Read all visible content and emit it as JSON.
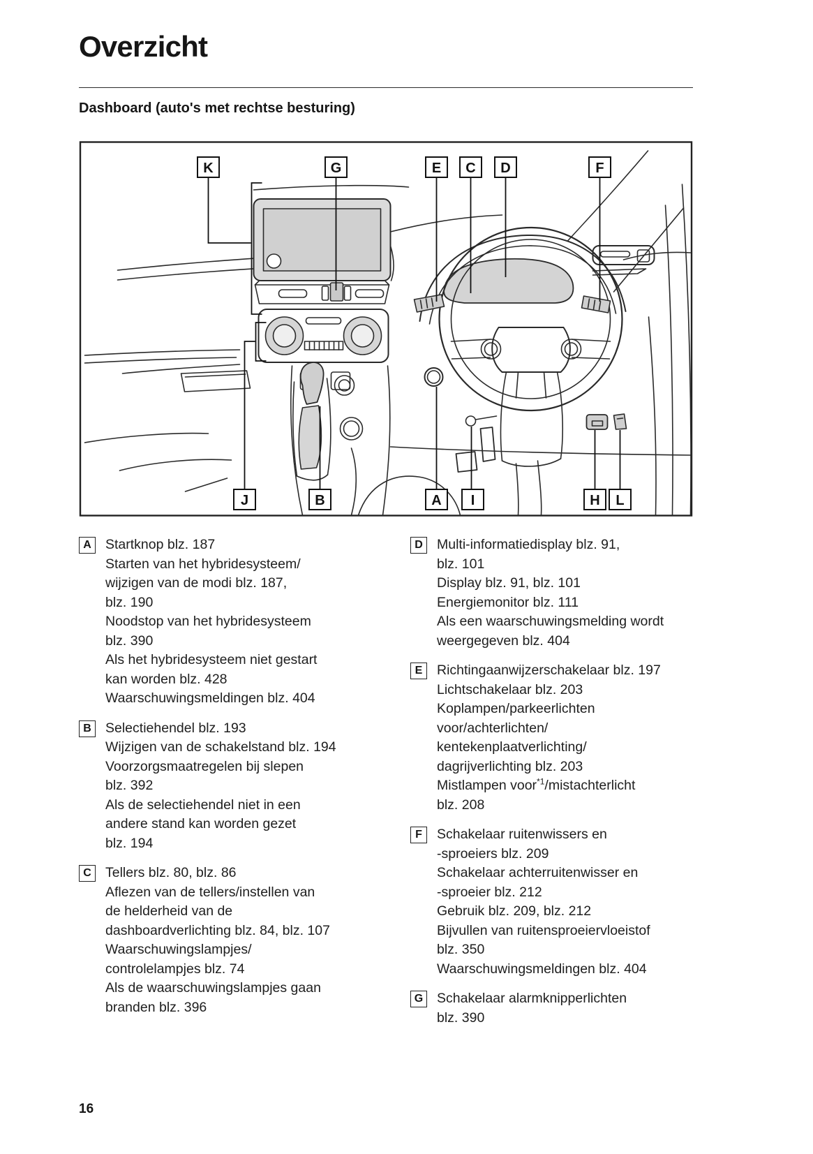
{
  "page": {
    "title": "Overzicht",
    "subtitle": "Dashboard (auto's met rechtse besturing)",
    "number": "16"
  },
  "diagram": {
    "top_callouts": [
      "K",
      "G",
      "E",
      "C",
      "D",
      "F"
    ],
    "bottom_callouts": [
      "J",
      "B",
      "A",
      "I",
      "H",
      "L"
    ]
  },
  "legend": {
    "left": [
      {
        "letter": "A",
        "lines": [
          "Startknop blz. 187",
          "Starten van het hybridesysteem/",
          "wijzigen van de modi blz. 187,",
          "blz. 190",
          "Noodstop van het hybridesysteem",
          "blz. 390",
          "Als het hybridesysteem niet gestart",
          "kan worden blz. 428",
          "Waarschuwingsmeldingen blz. 404"
        ]
      },
      {
        "letter": "B",
        "lines": [
          "Selectiehendel blz. 193",
          "Wijzigen van de schakelstand blz. 194",
          "Voorzorgsmaatregelen bij slepen",
          "blz. 392",
          "Als de selectiehendel niet in een",
          "andere stand kan worden gezet",
          "blz. 194"
        ]
      },
      {
        "letter": "C",
        "lines": [
          "Tellers blz. 80, blz. 86",
          "Aflezen van de tellers/instellen van",
          "de helderheid van de",
          "dashboardverlichting blz. 84, blz. 107",
          "Waarschuwingslampjes/",
          "controlelampjes blz. 74",
          "Als de waarschuwingslampjes gaan",
          "branden blz. 396"
        ]
      }
    ],
    "right": [
      {
        "letter": "D",
        "lines": [
          "Multi-informatiedisplay blz. 91,",
          "blz. 101",
          "Display blz. 91, blz. 101",
          "Energiemonitor blz. 111",
          "Als een waarschuwingsmelding wordt",
          "weergegeven blz. 404"
        ]
      },
      {
        "letter": "E",
        "lines": [
          "Richtingaanwijzerschakelaar blz. 197",
          "Lichtschakelaar blz. 203",
          "Koplampen/parkeerlichten",
          "voor/achterlichten/",
          "kentekenplaatverlichting/",
          "dagrijverlichting blz. 203",
          [
            "Mistlampen voor",
            "^*1",
            "/mistachterlicht"
          ],
          "blz. 208"
        ]
      },
      {
        "letter": "F",
        "lines": [
          "Schakelaar ruitenwissers en",
          "-sproeiers blz. 209",
          "Schakelaar achterruitenwisser en",
          "-sproeier blz. 212",
          "Gebruik blz. 209, blz. 212",
          "Bijvullen van ruitensproeiervloeistof",
          "blz. 350",
          "Waarschuwingsmeldingen blz. 404"
        ]
      },
      {
        "letter": "G",
        "lines": [
          "Schakelaar alarmknipperlichten",
          "blz. 390"
        ]
      }
    ]
  }
}
